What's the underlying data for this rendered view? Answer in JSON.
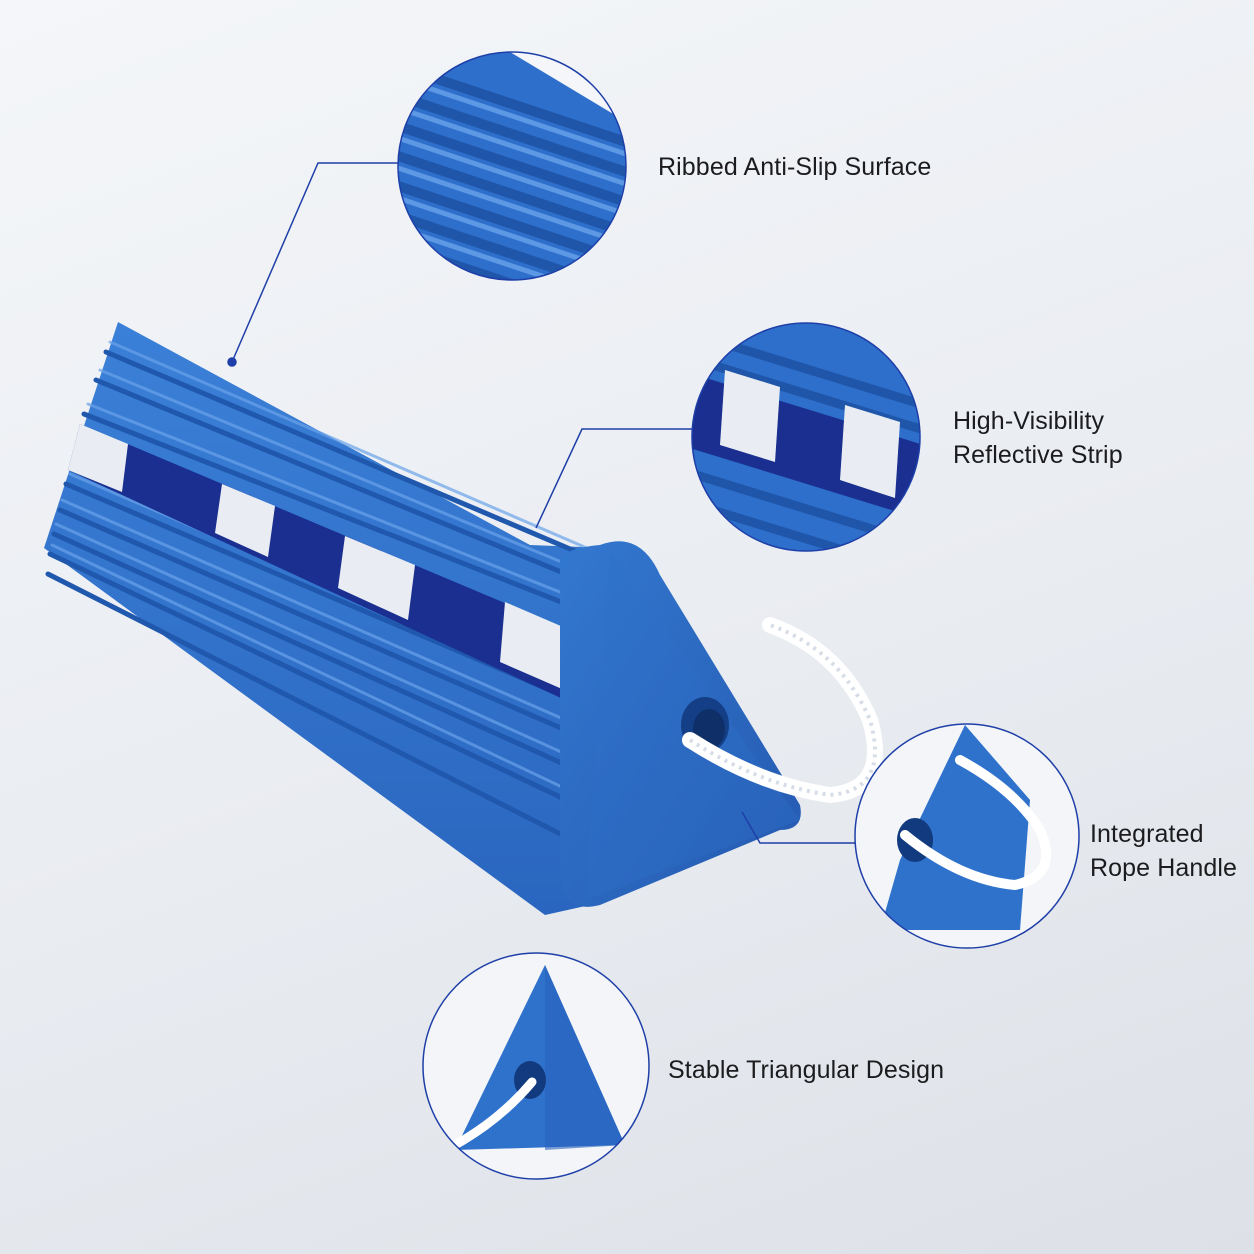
{
  "features": [
    {
      "id": "ribbed",
      "lines": [
        "Ribbed Anti-Slip Surface"
      ],
      "icon": "ribbed-surface-icon"
    },
    {
      "id": "reflective",
      "lines": [
        "High-Visibility",
        "Reflective Strip"
      ],
      "icon": "reflective-strip-icon"
    },
    {
      "id": "rope",
      "lines": [
        "Integrated",
        "Rope Handle"
      ],
      "icon": "rope-handle-icon"
    },
    {
      "id": "triangular",
      "lines": [
        "Stable Triangular Design"
      ],
      "icon": "triangle-profile-icon"
    }
  ],
  "colors": {
    "product_blue": "#2f72cc",
    "product_blue_dark": "#1f58ad",
    "stripe_navy": "#1a2f8f",
    "stripe_white": "#e9edf3",
    "callout_line": "#1e3fa8",
    "rope": "#ffffff",
    "text": "#1c1c1e"
  }
}
